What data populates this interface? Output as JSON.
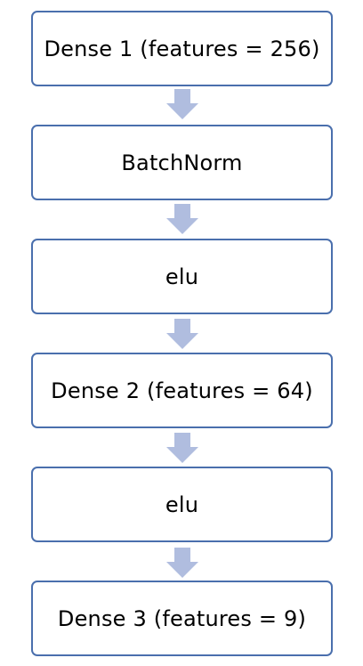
{
  "flowchart": {
    "steps": [
      {
        "label": "Dense 1 (features = 256)"
      },
      {
        "label": "BatchNorm"
      },
      {
        "label": "elu"
      },
      {
        "label": "Dense 2 (features = 64)"
      },
      {
        "label": "elu"
      },
      {
        "label": "Dense 3 (features = 9)"
      }
    ],
    "colors": {
      "box_border": "#4a6fad",
      "arrow_fill": "#b0bddf",
      "text": "#000000",
      "background": "#ffffff"
    },
    "connector_icon": "down-arrow-icon"
  }
}
